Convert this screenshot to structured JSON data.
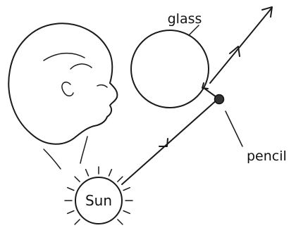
{
  "labels": {
    "glass": "glass",
    "pencil": "pencil",
    "sun": "Sun"
  },
  "colors": {
    "ink": "#1a1a1a",
    "background": "#ffffff",
    "pencil_dot": "#333333"
  },
  "icons": {
    "observer": "person-head-icon",
    "ray_arrow": "arrowhead-icon"
  }
}
